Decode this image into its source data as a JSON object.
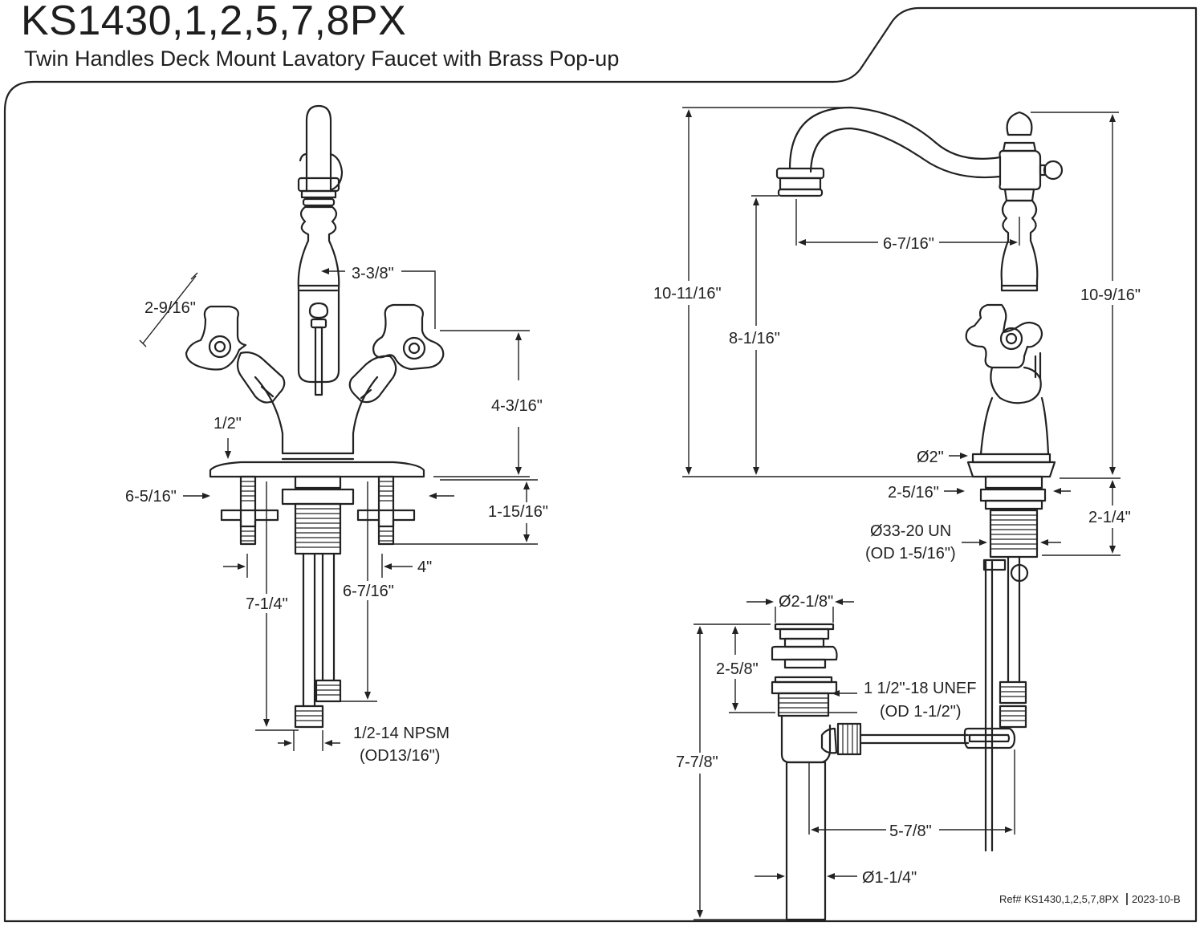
{
  "header": {
    "model": "KS1430,1,2,5,7,8PX",
    "description": "Twin Handles Deck Mount Lavatory Faucet with Brass Pop-up"
  },
  "front_view": {
    "dims": {
      "handle_span": "2-9/16\"",
      "handle_offset": "3-3/8\"",
      "handle_height": "4-3/16\"",
      "shank_dia": "1/2\"",
      "plate_width": "6-5/16\"",
      "shank_length": "1-15/16\"",
      "center": "4\"",
      "hose_length_long": "7-1/4\"",
      "hose_length_short": "6-7/16\"",
      "connection": "1/2-14 NPSM",
      "connection_od": "(OD13/16\")"
    }
  },
  "side_view": {
    "dims": {
      "overall_height": "10-11/16\"",
      "spout_height": "8-1/16\"",
      "spout_reach": "6-7/16\"",
      "handle_height": "10-9/16\"",
      "base_dia": "Ø2\"",
      "shank_top": "2-5/16\"",
      "shank_length": "2-1/4\"",
      "thread": "Ø33-20 UN",
      "thread_od": "(OD 1-5/16\")"
    }
  },
  "drain": {
    "dims": {
      "flange_dia": "Ø2-1/8\"",
      "flange_height": "2-5/8\"",
      "thread": "1 1/2\"-18 UNEF",
      "thread_od": "(OD 1-1/2\")",
      "overall_height": "7-7/8\"",
      "rod_reach": "5-7/8\"",
      "tail_dia": "Ø1-1/4\""
    }
  },
  "footer": {
    "ref": "Ref# KS1430,1,2,5,7,8PX",
    "revision": "2023-10-B"
  }
}
